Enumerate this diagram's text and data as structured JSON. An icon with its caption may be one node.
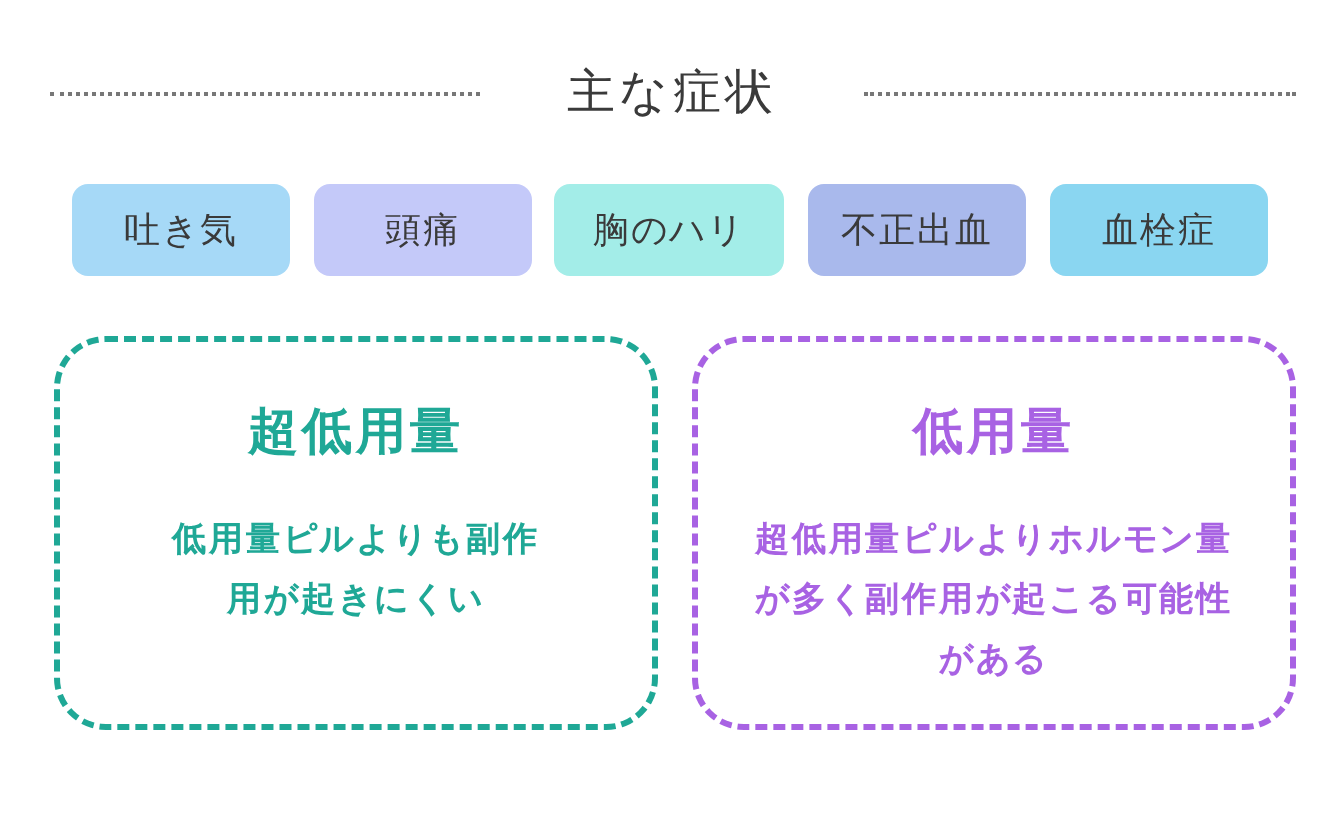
{
  "diagram": {
    "title": "主な症状",
    "nodes": [
      {
        "text": [
          "吐き気"
        ]
      },
      {
        "text": [
          "頭痛"
        ]
      },
      {
        "text": [
          "胸のハリ"
        ]
      },
      {
        "text": [
          "不正出血"
        ]
      },
      {
        "text": [
          "血栓症"
        ]
      },
      {
        "text": [
          "超低用量",
          "低用量ピルよりも副作用が起きにくい"
        ]
      },
      {
        "text": [
          "低用量",
          "超低用量ピルよりホルモン量が多く副作用が起こる可能性がある"
        ]
      }
    ]
  }
}
